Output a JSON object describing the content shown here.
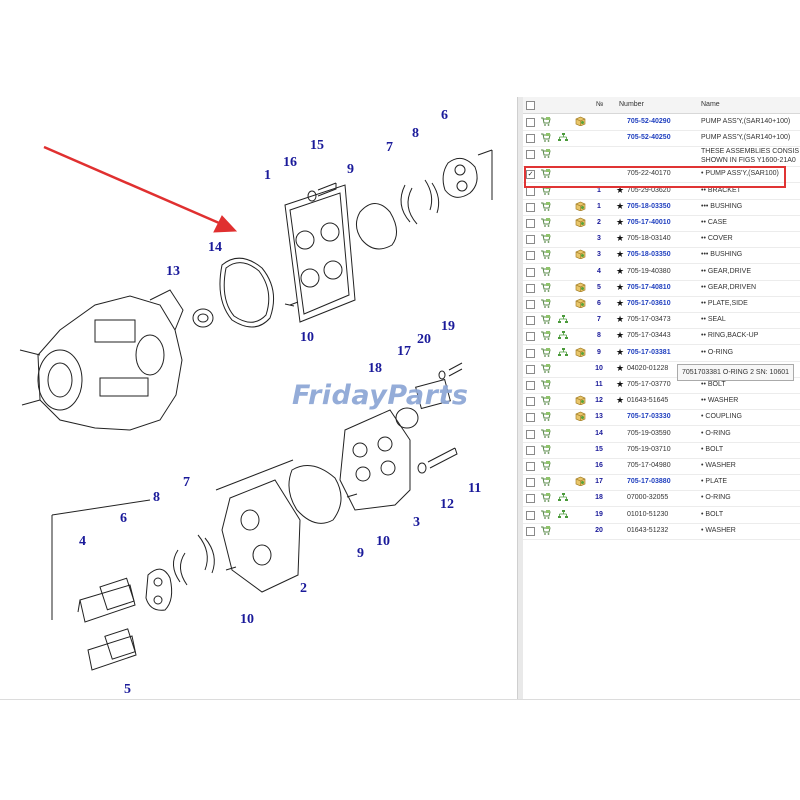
{
  "watermark": "FridayParts",
  "diagram": {
    "callouts": [
      "1",
      "16",
      "15",
      "9",
      "7",
      "8",
      "6",
      "14",
      "13",
      "10",
      "20",
      "19",
      "17",
      "18",
      "12",
      "11",
      "3",
      "9",
      "10",
      "2",
      "10",
      "8",
      "7",
      "6",
      "4",
      "5"
    ]
  },
  "table": {
    "header": {
      "col_no": "№",
      "col_number": "Number",
      "col_name": "Name"
    },
    "rows": [
      {
        "checked": false,
        "no": "",
        "star": false,
        "number": "705-52-40290",
        "link": true,
        "name": "PUMP ASS'Y,(SAR140+100)"
      },
      {
        "checked": false,
        "no": "",
        "star": false,
        "number": "705-52-40250",
        "link": true,
        "name": "PUMP ASS'Y,(SAR140+100)"
      },
      {
        "checked": false,
        "no": "",
        "star": false,
        "number": "",
        "link": false,
        "name": "THESE ASSEMBLIES CONSIS / SHOWN IN FIGS Y1600-21A0"
      },
      {
        "checked": true,
        "no": "",
        "star": false,
        "number": "705-22-40170",
        "link": false,
        "name": "• PUMP ASS'Y,(SAR100)"
      },
      {
        "checked": false,
        "no": "1",
        "star": true,
        "number": "705-29-03620",
        "link": false,
        "name": "•• BRACKET"
      },
      {
        "checked": false,
        "no": "1",
        "star": true,
        "number": "705-18-03350",
        "link": true,
        "name": "••• BUSHING"
      },
      {
        "checked": false,
        "no": "2",
        "star": true,
        "number": "705-17-40010",
        "link": true,
        "name": "•• CASE"
      },
      {
        "checked": false,
        "no": "3",
        "star": true,
        "number": "705-18-03140",
        "link": false,
        "name": "•• COVER"
      },
      {
        "checked": false,
        "no": "3",
        "star": true,
        "number": "705-18-03350",
        "link": true,
        "name": "••• BUSHING"
      },
      {
        "checked": false,
        "no": "4",
        "star": true,
        "number": "705-19-40380",
        "link": false,
        "name": "•• GEAR,DRIVE"
      },
      {
        "checked": false,
        "no": "5",
        "star": true,
        "number": "705-17-40810",
        "link": true,
        "name": "•• GEAR,DRIVEN"
      },
      {
        "checked": false,
        "no": "6",
        "star": true,
        "number": "705-17-03610",
        "link": true,
        "name": "•• PLATE,SIDE"
      },
      {
        "checked": false,
        "no": "7",
        "star": true,
        "number": "705-17-03473",
        "link": false,
        "name": "•• SEAL"
      },
      {
        "checked": false,
        "no": "8",
        "star": true,
        "number": "705-17-03443",
        "link": false,
        "name": "•• RING,BACK-UP"
      },
      {
        "checked": false,
        "no": "9",
        "star": true,
        "number": "705-17-03381",
        "link": true,
        "name": "•• O-RING"
      },
      {
        "checked": false,
        "no": "10",
        "star": true,
        "number": "04020-01228",
        "link": false,
        "name": ""
      },
      {
        "checked": false,
        "no": "11",
        "star": true,
        "number": "705-17-03770",
        "link": false,
        "name": "•• BOLT"
      },
      {
        "checked": false,
        "no": "12",
        "star": true,
        "number": "01643-51645",
        "link": false,
        "name": "•• WASHER"
      },
      {
        "checked": false,
        "no": "13",
        "star": false,
        "number": "705-17-03330",
        "link": true,
        "name": "• COUPLING"
      },
      {
        "checked": false,
        "no": "14",
        "star": false,
        "number": "705-19-03590",
        "link": false,
        "name": "• O-RING"
      },
      {
        "checked": false,
        "no": "15",
        "star": false,
        "number": "705-19-03710",
        "link": false,
        "name": "• BOLT"
      },
      {
        "checked": false,
        "no": "16",
        "star": false,
        "number": "705-17-04980",
        "link": false,
        "name": "• WASHER"
      },
      {
        "checked": false,
        "no": "17",
        "star": false,
        "number": "705-17-03880",
        "link": true,
        "name": "• PLATE"
      },
      {
        "checked": false,
        "no": "18",
        "star": false,
        "number": "07000-32055",
        "link": false,
        "name": "• O-RING"
      },
      {
        "checked": false,
        "no": "19",
        "star": false,
        "number": "01010-51230",
        "link": false,
        "name": "• BOLT"
      },
      {
        "checked": false,
        "no": "20",
        "star": false,
        "number": "01643-51232",
        "link": false,
        "name": "• WASHER"
      }
    ],
    "row_icons": {
      "tree": [
        false,
        true,
        false,
        false,
        false,
        false,
        false,
        false,
        false,
        false,
        false,
        false,
        true,
        true,
        true,
        false,
        false,
        false,
        false,
        false,
        false,
        false,
        false,
        true,
        true,
        false
      ],
      "box": [
        true,
        false,
        false,
        false,
        false,
        true,
        true,
        false,
        true,
        false,
        true,
        true,
        false,
        false,
        true,
        false,
        false,
        true,
        true,
        false,
        false,
        false,
        true,
        false,
        false,
        false
      ]
    },
    "tooltip": "705170338​1 O-RING 2 SN: 10601"
  },
  "colors": {
    "link": "#1f3fbf",
    "highlight": "#e03434",
    "callout": "#1a1a9a",
    "arrow": "#e03030"
  }
}
